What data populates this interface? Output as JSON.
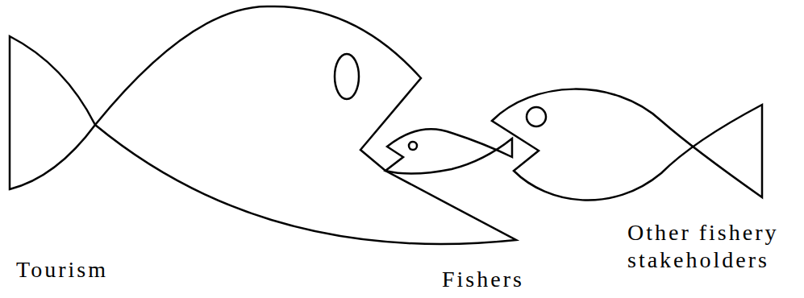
{
  "diagram": {
    "nodes": [
      {
        "text": [
          "Tourism"
        ]
      },
      {
        "text": [
          "Fishers"
        ]
      },
      {
        "text": [
          "Other fishery stakeholders"
        ]
      }
    ]
  }
}
